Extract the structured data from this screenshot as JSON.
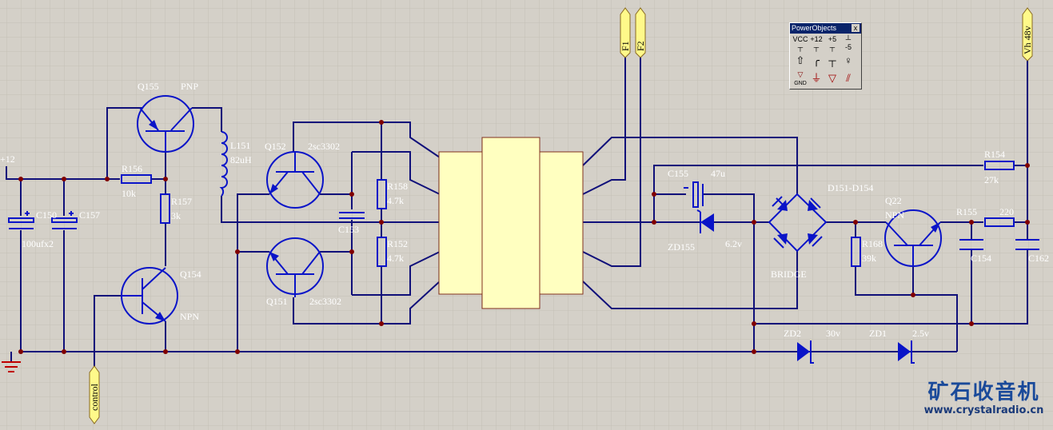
{
  "labels": {
    "vcc": "+12",
    "q155": "Q155",
    "q155_type": "PNP",
    "r156": "R156",
    "r156_val": "10k",
    "r157": "R157",
    "r157_val": "3k",
    "c150": "C150",
    "c157": "C157",
    "c150_val": "100ufx2",
    "l151": "L151",
    "l151_val": "82uH",
    "q154": "Q154",
    "q154_type": "NPN",
    "control": "control",
    "q152": "Q152",
    "q152_type": "2sc3302",
    "q151": "Q151",
    "q151_type": "2sc3302",
    "c153": "C153",
    "r158": "R158",
    "r158_val": "4.7k",
    "r152": "R152",
    "r152_val": "4.7k",
    "f1": "F1",
    "f2": "F2",
    "c155": "C155",
    "c155_val": "47u",
    "zd155": "ZD155",
    "zd155_val": "6.2v",
    "bridge_ref": "D151-D154",
    "bridge": "BRIDGE",
    "q22": "Q22",
    "q22_type": "NPN",
    "r168": "R168",
    "r168_val": "39k",
    "r155": "R155",
    "r155_val": "220",
    "r154": "R154",
    "r154_val": "27k",
    "c154": "C154",
    "c162": "C162",
    "vh": "Vh 48v",
    "zd2": "ZD2",
    "zd2_val": "30v",
    "zd1": "ZD1",
    "zd1_val": "2.5v"
  },
  "palette": {
    "title": "PowerObjects",
    "close": "x",
    "items": [
      "VCC",
      "+12",
      "+5",
      "-5",
      "",
      "",
      "",
      "",
      "GND",
      "",
      "",
      ""
    ]
  },
  "watermark": {
    "name": "矿石收音机",
    "url": "www.crystalradio.cn"
  },
  "colors": {
    "background": "#d4d0c8",
    "wire": "#10107a",
    "component": "#0a14c8",
    "junction": "#800000",
    "transformer": "#ffffc0"
  }
}
